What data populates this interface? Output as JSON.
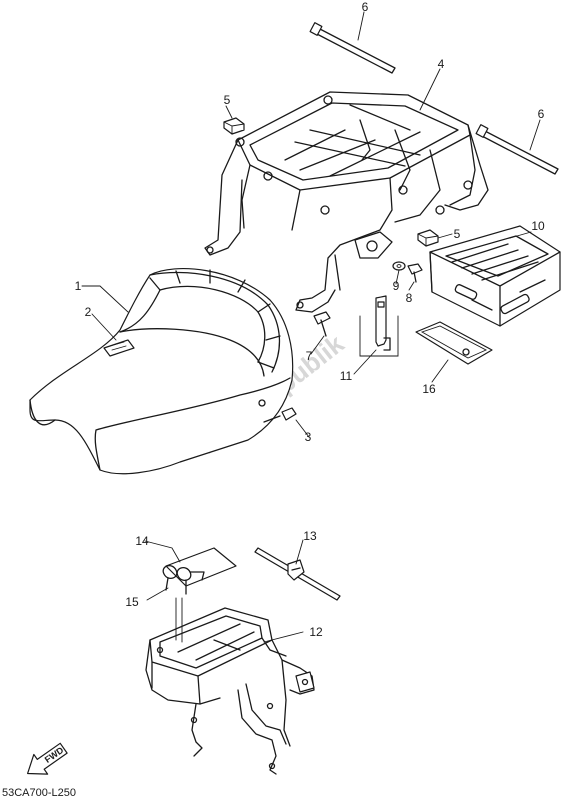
{
  "watermark": "PartsRepublik",
  "diagram_code": "53CA700-L250",
  "direction_label": "FWD",
  "callouts": [
    {
      "id": "c1",
      "label": "1"
    },
    {
      "id": "c2",
      "label": "2"
    },
    {
      "id": "c3",
      "label": "3"
    },
    {
      "id": "c4",
      "label": "4"
    },
    {
      "id": "c5a",
      "label": "5"
    },
    {
      "id": "c5b",
      "label": "5"
    },
    {
      "id": "c6a",
      "label": "6"
    },
    {
      "id": "c6b",
      "label": "6"
    },
    {
      "id": "c7",
      "label": "7"
    },
    {
      "id": "c8",
      "label": "8"
    },
    {
      "id": "c9",
      "label": "9"
    },
    {
      "id": "c10",
      "label": "10"
    },
    {
      "id": "c11",
      "label": "11"
    },
    {
      "id": "c12",
      "label": "12"
    },
    {
      "id": "c13",
      "label": "13"
    },
    {
      "id": "c14",
      "label": "14"
    },
    {
      "id": "c15",
      "label": "15"
    },
    {
      "id": "c16",
      "label": "16"
    }
  ]
}
